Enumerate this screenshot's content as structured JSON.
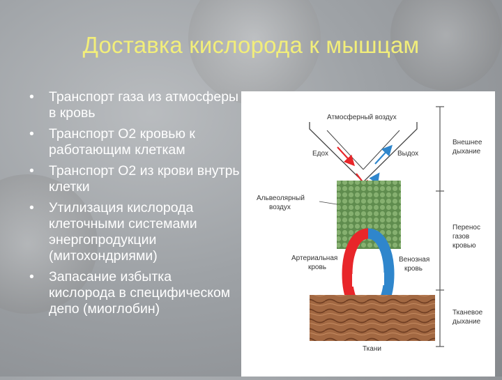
{
  "slide": {
    "title": "Доставка кислорода к мышцам",
    "bullets": [
      "Транспорт газа из атмосферы в кровь",
      "Транспорт О2 кровью к работающим клеткам",
      "Транспорт О2 из крови внутрь клетки",
      "Утилизация кислорода клеточными системами энергопродукции (митохондриями)",
      "Запасание избытка кислорода в специфическом депо (миоглобин)"
    ],
    "bullet_glyph": "•"
  },
  "figure": {
    "labels": {
      "atm_air": "Атмосферный воздух",
      "inhale": "Едох",
      "exhale": "Выдох",
      "alveolar_1": "Альвеолярный",
      "alveolar_2": "воздух",
      "arterial_1": "Артериальная",
      "arterial_2": "кровь",
      "venous_1": "Венозная",
      "venous_2": "кровь",
      "tissues": "Ткани"
    },
    "stages": {
      "external_1": "Внешнее",
      "external_2": "дыхание",
      "transfer_1": "Перенос",
      "transfer_2": "газов",
      "transfer_3": "кровью",
      "tissue_1": "Тканевое",
      "tissue_2": "дыхание"
    },
    "colors": {
      "arterial": "#e8262a",
      "venous": "#2f86cc",
      "alveoli": "#6e9a5a",
      "tissue": "#9a5e3a"
    }
  }
}
